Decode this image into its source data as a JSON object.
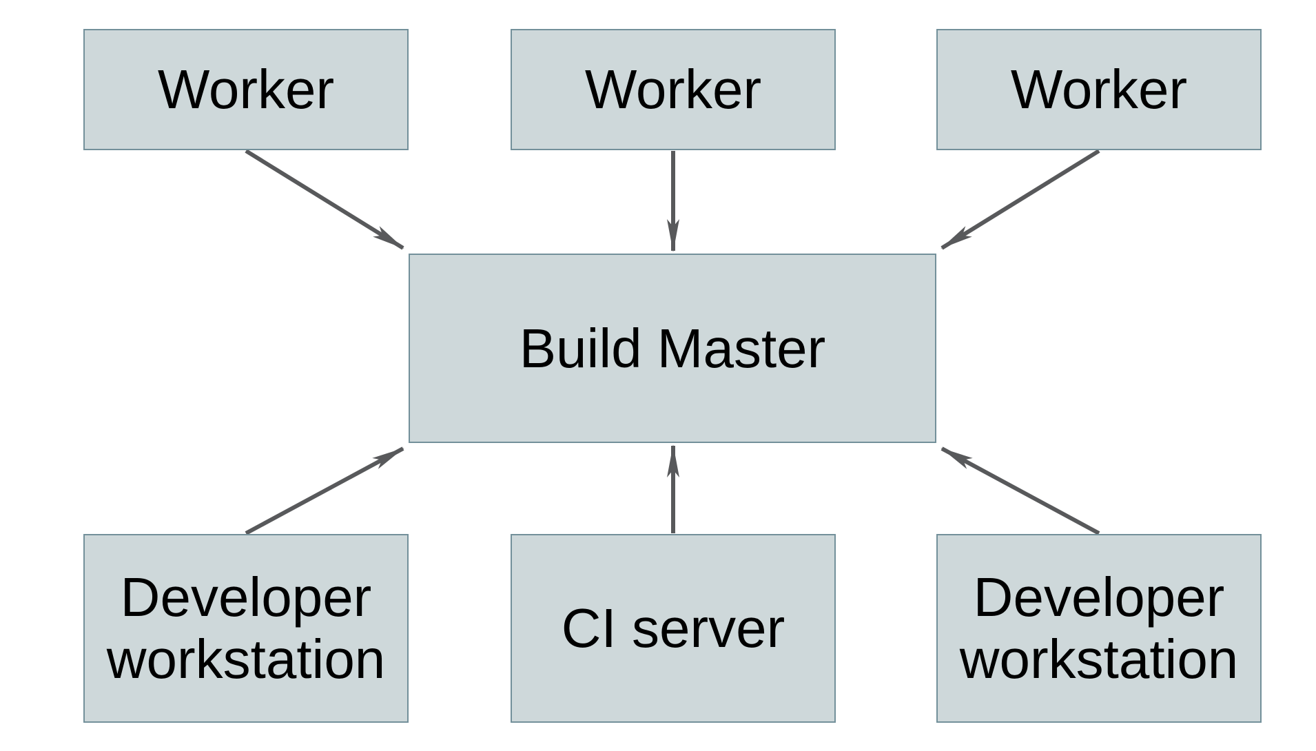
{
  "diagram": {
    "type": "architecture-diagram",
    "nodes": {
      "worker_1": {
        "label": "Worker"
      },
      "worker_2": {
        "label": "Worker"
      },
      "worker_3": {
        "label": "Worker"
      },
      "build_master": {
        "label": "Build Master"
      },
      "developer_workstation_left": {
        "label": "Developer workstation"
      },
      "ci_server": {
        "label": "CI server"
      },
      "developer_workstation_right": {
        "label": "Developer workstation"
      }
    },
    "edges": [
      {
        "from": "worker_1",
        "to": "build_master"
      },
      {
        "from": "worker_2",
        "to": "build_master"
      },
      {
        "from": "worker_3",
        "to": "build_master"
      },
      {
        "from": "developer_workstation_left",
        "to": "build_master"
      },
      {
        "from": "ci_server",
        "to": "build_master"
      },
      {
        "from": "developer_workstation_right",
        "to": "build_master"
      }
    ],
    "colors": {
      "background": "#ffffff",
      "node_fill": "#ced8da",
      "node_border": "#73909a",
      "text": "#000000",
      "arrow": "#58595b"
    }
  }
}
